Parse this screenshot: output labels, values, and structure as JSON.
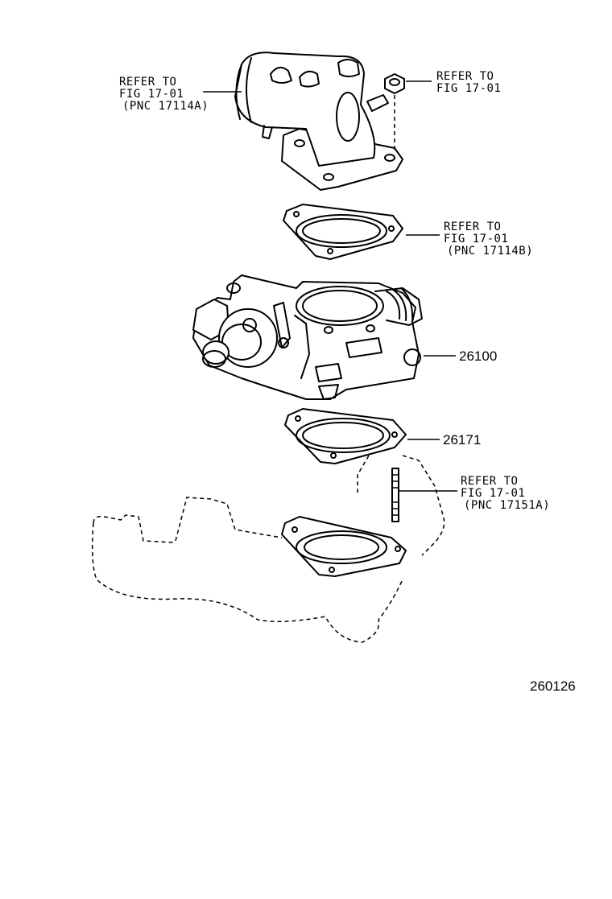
{
  "callouts": {
    "top_left": {
      "line1": "REFER TO",
      "line2": "FIG 17-01",
      "line3": "(PNC 17114A)"
    },
    "top_right": {
      "line1": "REFER TO",
      "line2": "FIG 17-01"
    },
    "gasket_upper": {
      "line1": "REFER TO",
      "line2": "FIG 17-01",
      "line3": "(PNC 17114B)"
    },
    "throttle_body": {
      "part_number": "26100"
    },
    "gasket_lower": {
      "part_number": "26171"
    },
    "stud": {
      "line1": "REFER TO",
      "line2": "FIG 17-01",
      "line3": "(PNC 17151A)"
    }
  },
  "figure_id": "260126"
}
